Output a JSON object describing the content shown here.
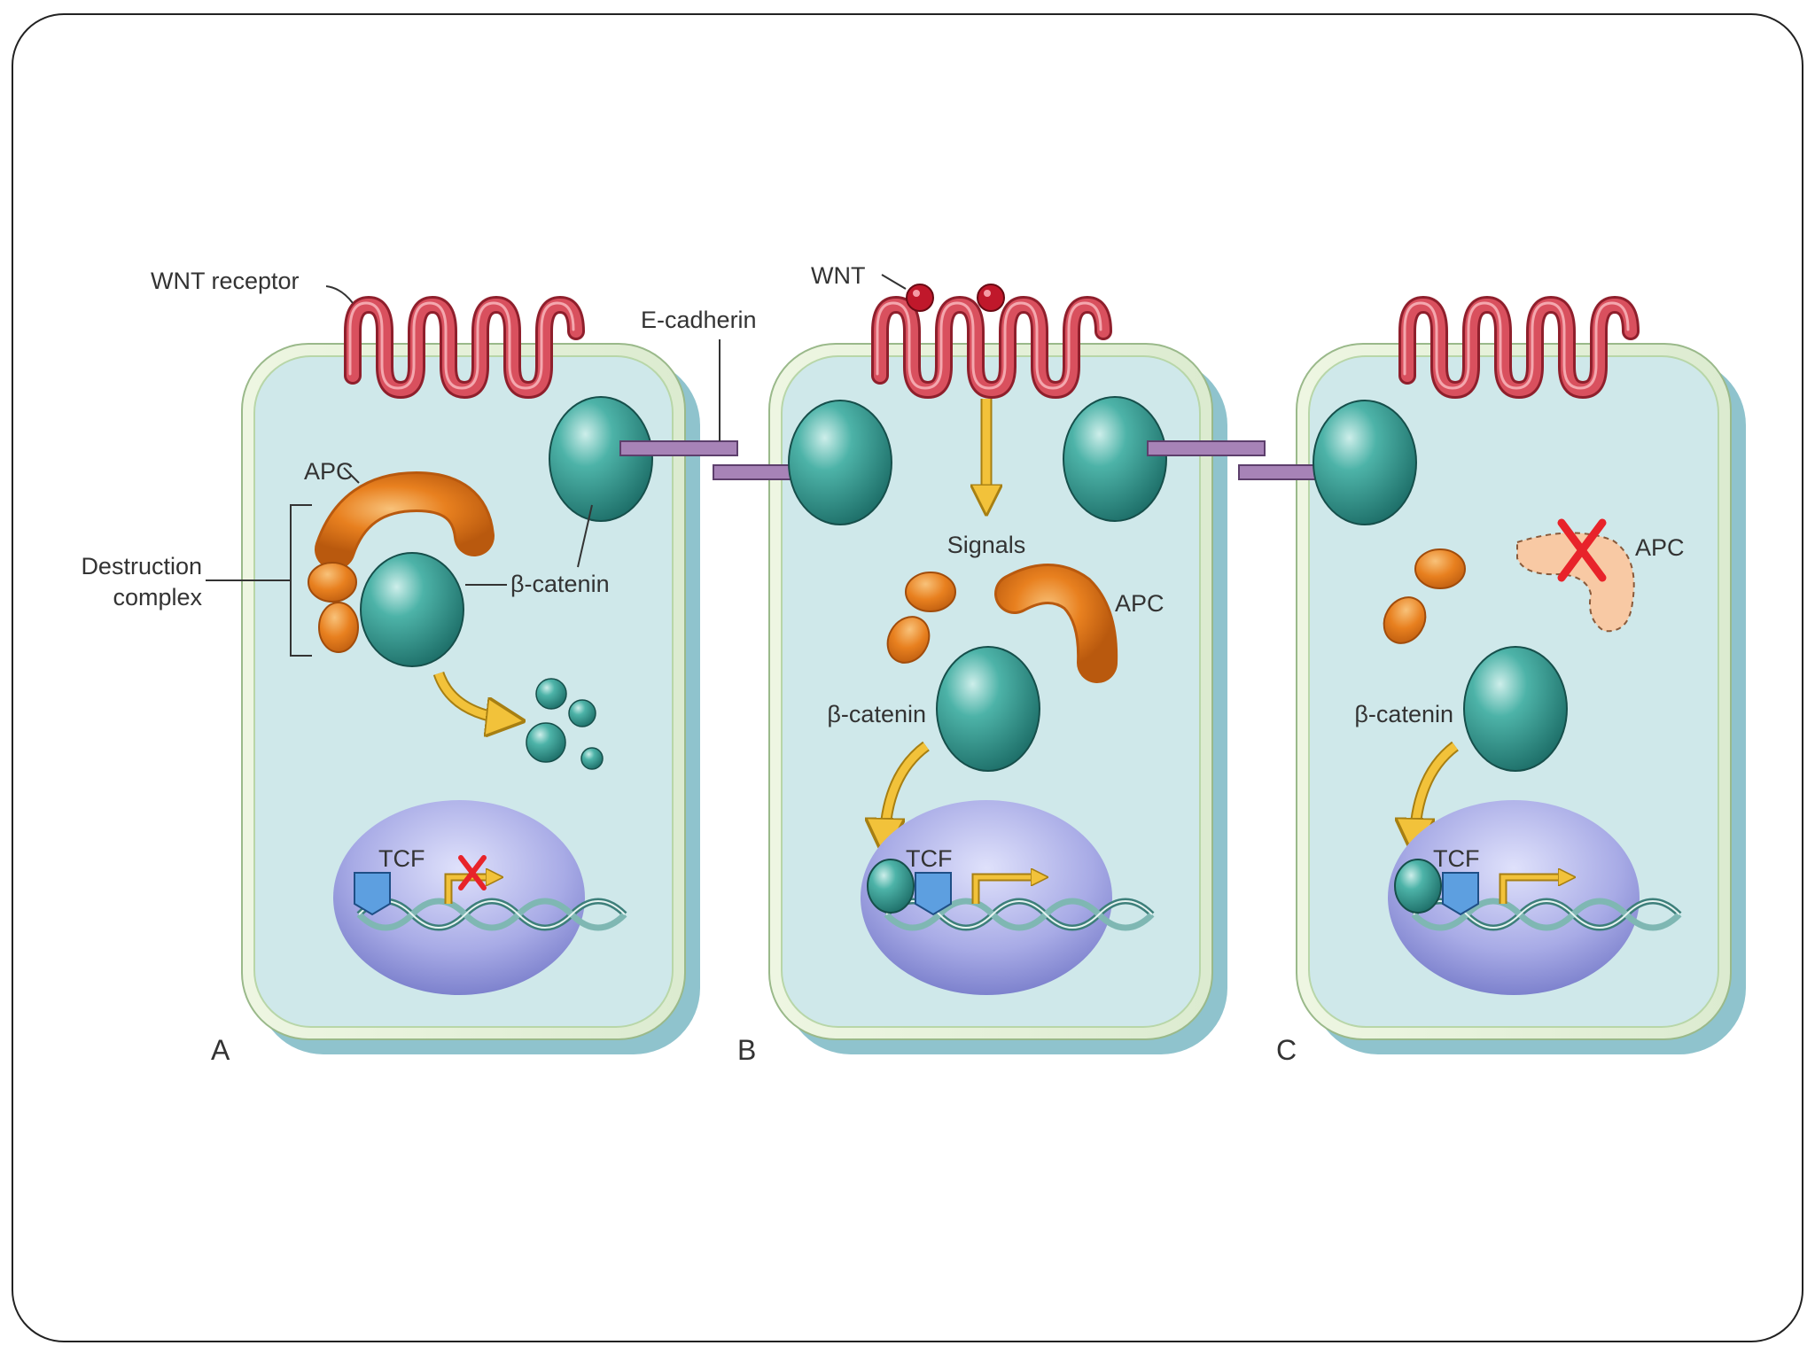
{
  "labels": {
    "wnt_receptor": "WNT receptor",
    "e_cadherin": "E-cadherin",
    "wnt": "WNT",
    "apc": "APC",
    "destruction_complex_line1": "Destruction",
    "destruction_complex_line2": "complex",
    "beta_catenin": "β-catenin",
    "signals": "Signals",
    "tcf": "TCF"
  },
  "panels": [
    {
      "letter": "A",
      "state": "No WNT: APC destruction complex degrades β-catenin; TCF target gene off"
    },
    {
      "letter": "B",
      "state": "WNT bound: destruction complex disassembled; β-catenin enters nucleus and activates TCF"
    },
    {
      "letter": "C",
      "state": "Mutant APC: β-catenin accumulates and activates TCF without WNT"
    }
  ],
  "colors": {
    "cytoplasm": "#cfe8ea",
    "membrane": "#e9f2dc",
    "cell_shadow": "#8fc3cd",
    "receptor": "#d9505e",
    "beta_catenin": "#2f9c93",
    "apc": "#e8801f",
    "nucleus": "#8f93d6",
    "e_cadherin": "#a783b7",
    "arrow": "#f2c23a",
    "wnt_ligand": "#c0182b",
    "block_x": "#e8232a"
  }
}
